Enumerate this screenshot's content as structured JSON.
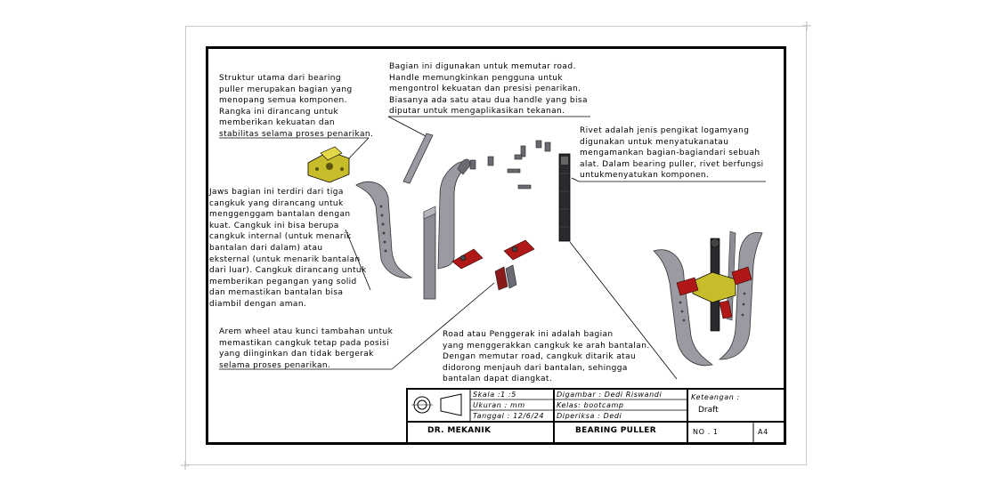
{
  "notes": {
    "frame": "Struktur utama dari bearing\npuller merupakan bagian yang\nmenopang semua komponen.\nRangka ini dirancang untuk\nmemberikan kekuatan dan\nstabilitas selama proses penarikan.",
    "handle": "Bagian ini digunakan untuk memutar road.\nHandle memungkinkan pengguna untuk\nmengontrol kekuatan dan presisi penarikan.\nBiasanya ada satu atau dua handle yang bisa\ndiputar untuk mengaplikasikan tekanan.",
    "rivet": "Rivet adalah jenis pengikat logamyang\ndigunakan untuk menyatukanatau\nmengamankan bagian-bagiandari sebuah\nalat. Dalam bearing puller, rivet berfungsi\nuntukmenyatukan komponen.",
    "jaws": "Jaws bagian ini terdiri dari tiga\ncangkuk yang dirancang untuk\nmenggenggam bantalan dengan\nkuat. Cangkuk ini bisa berupa\ncangkuk internal (untuk menarik\nbantalan dari dalam) atau\neksternal (untuk menarik bantalan\ndari luar). Cangkuk dirancang untuk\nmemberikan pegangan yang solid\ndan memastikan bantalan bisa\ndiambil dengan aman.",
    "arem": "Arem wheel atau kunci tambahan untuk\nmemastikan cangkuk tetap pada posisi\nyang diinginkan dan tidak bergerak\nselama proses penarikan.",
    "road": "Road atau Penggerak ini adalah bagian\nyang menggerakkan cangkuk ke arah bantalan.\nDengan memutar road, cangkuk ditarik atau\ndidorong menjauh dari bantalan, sehingga\nbantalan dapat diangkat."
  },
  "title_block": {
    "skala": "Skala :1 :5",
    "ukuran": "Ukuran : mm",
    "tanggal": "Tanggal : 12/6/24",
    "digambar": "Digambar : Dedi Riswandi",
    "kelas": "Kelas: bootcamp",
    "diperiksa": "Diperiksa : Dedi",
    "keterangan": "Keteangan :",
    "keterangan_value": "Draft",
    "company": "DR. MEKANIK",
    "title": "BEARING PULLER",
    "number": "NO . 1",
    "paper": "A4"
  },
  "colors": {
    "part_gray": "#9a9aa2",
    "part_dark": "#4a4a50",
    "frame_yellow": "#c7bd2a",
    "rivet_red": "#b01818"
  }
}
